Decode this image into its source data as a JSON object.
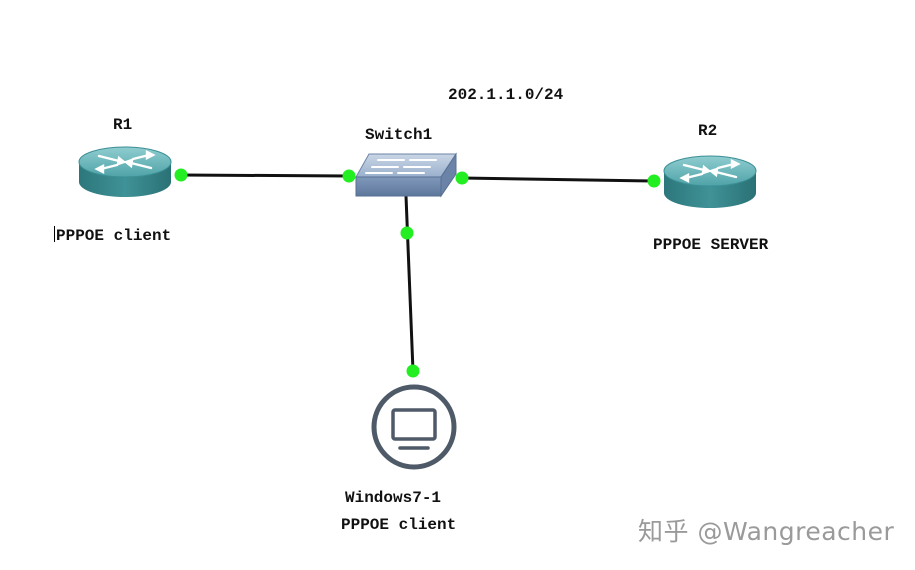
{
  "subnet_label": "202.1.1.0/24",
  "devices": {
    "r1": {
      "name": "R1",
      "role": "PPPOE client"
    },
    "r2": {
      "name": "R2",
      "role": "PPPOE SERVER"
    },
    "switch": {
      "name": "Switch1"
    },
    "pc": {
      "name": "Windows7-1",
      "role": "PPPOE client"
    }
  },
  "colors": {
    "link": "#111111",
    "port_up": "#22ee22",
    "router_body": "#3a8f93",
    "switch_body": "#7f9bbf",
    "pc_ring": "#4e5a68"
  },
  "watermark": "知乎 @Wangreacher"
}
